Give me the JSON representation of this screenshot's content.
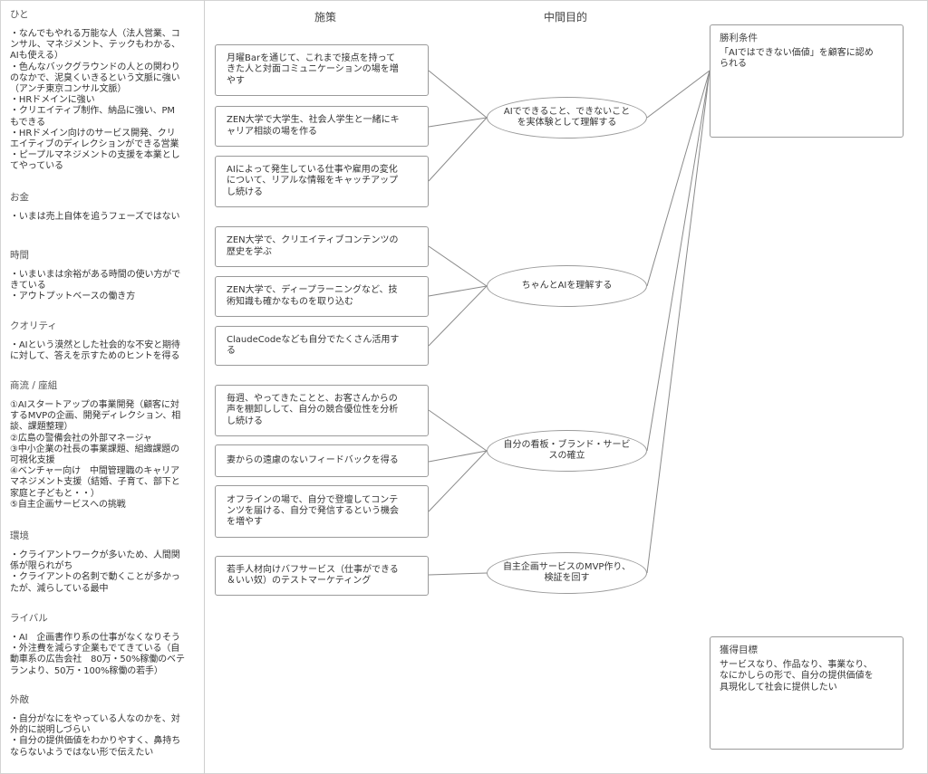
{
  "columns": {
    "measures": "施策",
    "intermediate": "中間目的"
  },
  "left_sections": [
    {
      "title": "ひと",
      "body": "・なんでもやれる万能な人（法人営業、コ\nンサル、マネジメント、テックもわかる、\nAIも使える）\n・色んなバックグラウンドの人との関わり\nのなかで、泥臭くいきるという文脈に強い\n（アンチ東京コンサル文脈）\n・HRドメインに強い\n・クリエイティブ制作、納品に強い、PM\nもできる\n・HRドメイン向けのサービス開発、クリ\nエイティブのディレクションができる営業\n・ピープルマネジメントの支援を本業とし\nてやっている"
    },
    {
      "title": "お金",
      "body": "・いまは売上自体を追うフェーズではない"
    },
    {
      "title": "時間",
      "body": "・いまいまは余裕がある時間の使い方がで\nきている\n・アウトプットベースの働き方"
    },
    {
      "title": "クオリティ",
      "body": "・AIという漠然とした社会的な不安と期待\nに対して、答えを示すためのヒントを得る"
    },
    {
      "title": "商流 / 座組",
      "body": "①AIスタートアップの事業開発（顧客に対\nするMVPの企画、開発ディレクション、相\n談、課題整理）\n②広島の警備会社の外部マネージャ\n③中小企業の社長の事業課題、組織課題の\n可視化支援\n④ベンチャー向け　中間管理職のキャリア\nマネジメント支援（結婚、子育て、部下と\n家庭と子どもと・・）\n⑤自主企画サービスへの挑戦"
    },
    {
      "title": "環境",
      "body": "・クライアントワークが多いため、人間関\n係が限られがち\n・クライアントの名刺で動くことが多かっ\nたが、減らしている最中"
    },
    {
      "title": "ライバル",
      "body": "・AI　企画書作り系の仕事がなくなりそう\n・外注費を減らす企業もでてきている（自\n動車系の広告会社　80万・50%稼働のベテ\nランより、50万・100%稼働の若手）"
    },
    {
      "title": "外敵",
      "body": "・自分がなにをやっている人なのかを、対\n外的に説明しづらい\n・自分の提供価値をわかりやすく、鼻持ち\nならないようではない形で伝えたい"
    }
  ],
  "measures": [
    "月曜Barを通じて、これまで接点を持って\nきた人と対面コミュニケーションの場を増\nやす",
    "ZEN大学で大学生、社会人学生と一緒にキ\nャリア相談の場を作る",
    "AIによって発生している仕事や雇用の変化\nについて、リアルな情報をキャッチアップ\nし続ける",
    "ZEN大学で、クリエイティブコンテンツの\n歴史を学ぶ",
    "ZEN大学で、ディープラーニングなど、技\n術知識も確かなものを取り込む",
    "ClaudeCodeなども自分でたくさん活用す\nる",
    "毎週、やってきたことと、お客さんからの\n声を棚卸しして、自分の競合優位性を分析\nし続ける",
    "妻からの遠慮のないフィードバックを得る",
    "オフラインの場で、自分で登壇してコンテ\nンツを届ける、自分で発信するという機会\nを増やす",
    "若手人材向けバフサービス（仕事ができる\n＆いい奴）のテストマーケティング"
  ],
  "intermediate": [
    "AIでできること、できないこと\nを実体験として理解する",
    "ちゃんとAIを理解する",
    "自分の看板・ブランド・サービ\nスの確立",
    "自主企画サービスのMVP作り、\n検証を回す"
  ],
  "win_condition": {
    "title": "勝利条件",
    "body": "「AIではできない価値」を顧客に認め\nられる"
  },
  "goal": {
    "title": "獲得目標",
    "body": "サービスなり、作品なり、事業なり、\nなにかしらの形で、自分の提供価値を\n具現化して社会に提供したい"
  }
}
